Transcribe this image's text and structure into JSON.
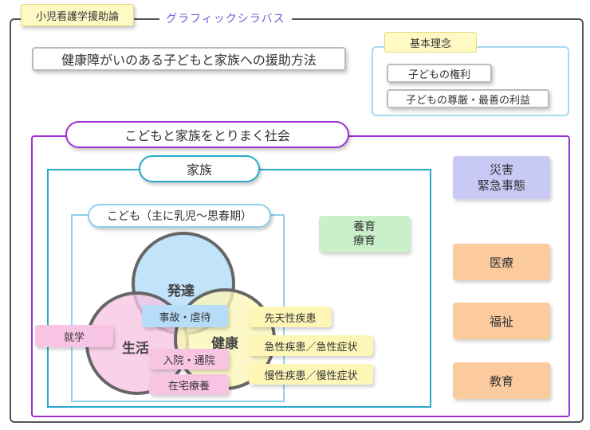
{
  "header": {
    "course_tag": "小児看護学援助論",
    "syllabus_title": "グラフィックシラバス",
    "theme_title": "健康障がいのある子どもと家族への援助方法"
  },
  "principles": {
    "title": "基本理念",
    "items": [
      "子どもの権利",
      "子どもの尊厳・最善の利益"
    ]
  },
  "society": {
    "title": "こどもと家族をとりまく社会",
    "disaster": "災害\n緊急事態",
    "institutions": [
      "医療",
      "福祉",
      "教育"
    ]
  },
  "family": {
    "title": "家族",
    "nurture_therapy": "養育\n療育"
  },
  "child": {
    "title": "こども（主に乳児～思春期）",
    "circles": {
      "development": "発達",
      "life": "生活",
      "health": "健康"
    },
    "life_items": {
      "accident": "事故・虐待",
      "school": "就学",
      "hospital": "入院・通院",
      "home_care": "在宅療養"
    },
    "health_items": [
      "先天性疾患",
      "急性疾患／急性症状",
      "慢性疾患／慢性症状"
    ]
  },
  "colors": {
    "frame": "#555555",
    "society_border": "#9b2fd1",
    "family_border": "#29a9cc",
    "child_border": "#8fd0ec",
    "development_fill": "#bfe3fb",
    "life_fill": "#f7c4e3",
    "health_fill": "#fdf6b7",
    "disaster_fill": "#c9c9f5",
    "institution_fill": "#fbcb9e",
    "nurture_fill": "#c9f0c9",
    "syllabus_text": "#7c56d8"
  }
}
